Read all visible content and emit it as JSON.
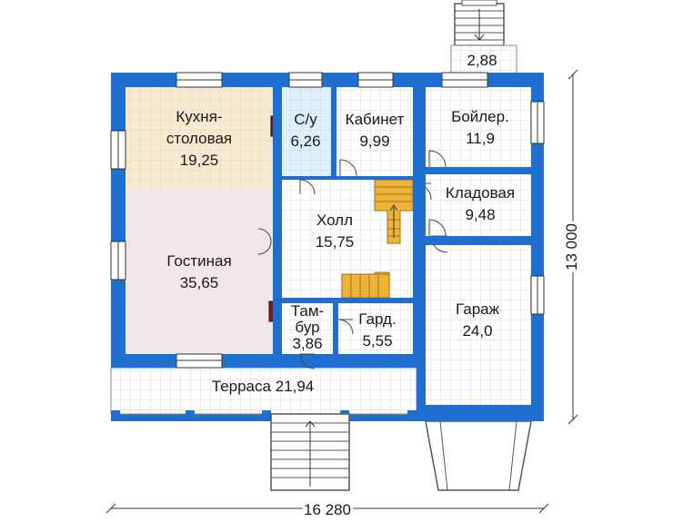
{
  "rooms": {
    "kitchen": {
      "line1": "Кухня-",
      "line2": "столовая",
      "area": "19,25"
    },
    "wc": {
      "line1": "С/у",
      "area": "6,26"
    },
    "office": {
      "line1": "Кабинет",
      "area": "9,99"
    },
    "boiler": {
      "line1": "Бойлер.",
      "area": "11,9"
    },
    "pantry": {
      "line1": "Кладовая",
      "area": "9,48"
    },
    "hall": {
      "line1": "Холл",
      "area": "15,75"
    },
    "living": {
      "line1": "Гостиная",
      "area": "35,65"
    },
    "vestibule": {
      "line1": "Там-",
      "line2": "бур",
      "area": "3,86"
    },
    "wardrobe": {
      "line1": "Гард.",
      "area": "5,55"
    },
    "garage": {
      "line1": "Гараж",
      "area": "24,0"
    },
    "terrace": {
      "line1": "Терраса 21,94"
    },
    "porch": {
      "area": "2,88"
    }
  },
  "dimensions": {
    "width": "16 280",
    "height": "13 000"
  },
  "colors": {
    "wall": "#1e6fd0",
    "kitchen_floor": "#f6ead0",
    "living_floor": "#f1e6ec",
    "wc_floor": "#dff0fb",
    "tile_floor": "#ffffff",
    "grid_line": "#c9cfd6",
    "stairs": "#f0b33a"
  }
}
